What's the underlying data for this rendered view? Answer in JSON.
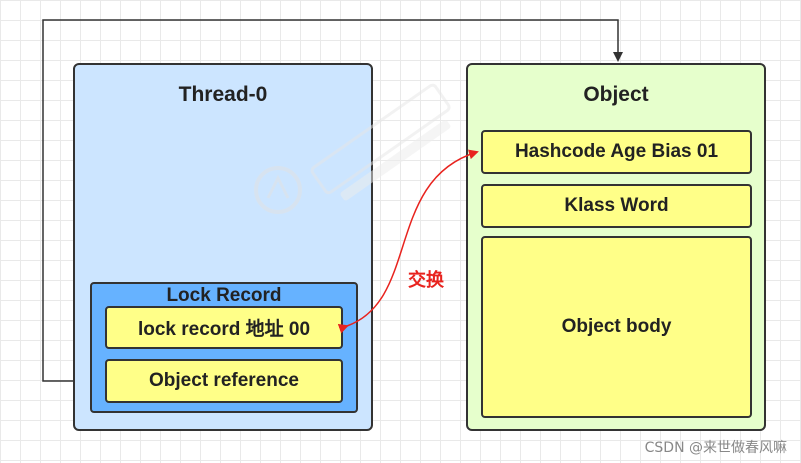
{
  "thread": {
    "title": "Thread-0",
    "lock_record": {
      "title": "Lock Record",
      "address_cell": "lock  record 地址 00",
      "reference_cell": "Object reference"
    }
  },
  "object": {
    "title": "Object",
    "header_cell": "Hashcode Age Bias 01",
    "klass_cell": "Klass Word",
    "body_cell": "Object body"
  },
  "swap_label": "交换",
  "footer_text": "CSDN @来世做春风嘛",
  "colors": {
    "thread_bg": "#cce5ff",
    "object_bg": "#e6ffcc",
    "lock_record_bg": "#66b2ff",
    "cell_bg": "#ffff88",
    "swap_arrow": "#e8231e",
    "connector": "#333333"
  }
}
